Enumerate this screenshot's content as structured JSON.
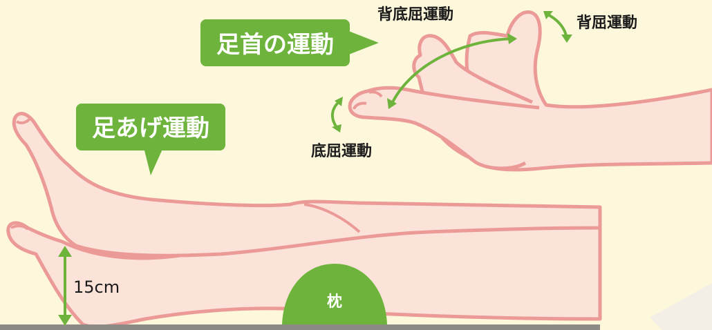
{
  "labels": {
    "ankle_exercise": "足首の運動",
    "leg_raise": "足あげ運動",
    "dorsi_plantar": "背底屈運動",
    "dorsiflexion": "背屈運動",
    "plantarflexion": "底屈運動",
    "height": "15cm",
    "pillow": "枕"
  },
  "colors": {
    "background": "#fdf8dc",
    "skin_fill": "#fbe3d9",
    "skin_outline": "#eb9a98",
    "accent_green": "#6eb43c",
    "floor": "#8d8a86"
  }
}
